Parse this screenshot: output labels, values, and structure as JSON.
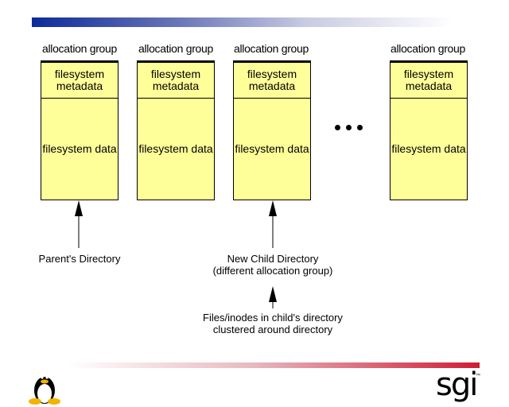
{
  "groups": [
    {
      "label": "allocation group",
      "metadata": "filesystem metadata",
      "data": "filesystem data"
    },
    {
      "label": "allocation group",
      "metadata": "filesystem metadata",
      "data": "filesystem data"
    },
    {
      "label": "allocation group",
      "metadata": "filesystem metadata",
      "data": "filesystem data"
    },
    {
      "label": "allocation group",
      "metadata": "filesystem metadata",
      "data": "filesystem data"
    }
  ],
  "ellipsis": "• • •",
  "captions": {
    "parent": "Parent's Directory",
    "child_line1": "New Child Directory",
    "child_line2": "(different allocation group)",
    "files_line1": "Files/inodes in child's directory",
    "files_line2": "clustered around directory"
  },
  "logo": {
    "text": "sgi",
    "tm": "™"
  },
  "colors": {
    "box_fill": "#ffff99",
    "top_bar": "#0b2a9b",
    "bottom_bar": "#d01c36"
  }
}
